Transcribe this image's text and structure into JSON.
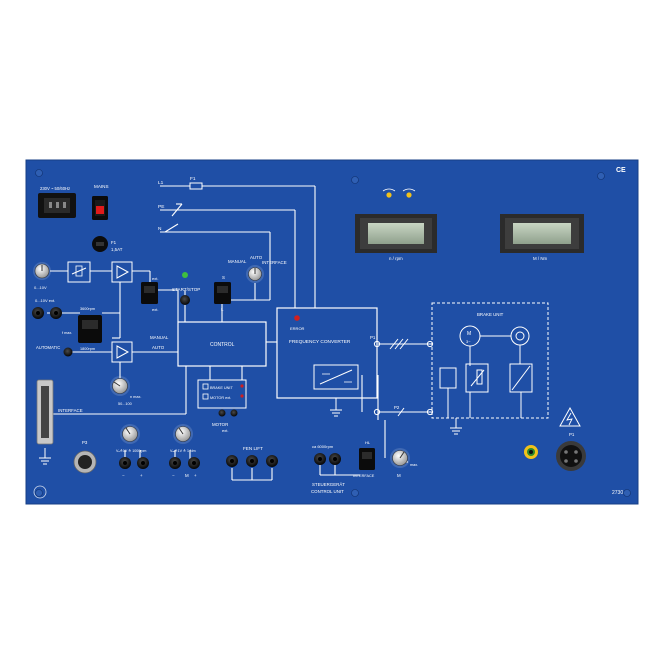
{
  "colors": {
    "panel": "#1f4fa6",
    "line": "#ffffff",
    "led_green": "#3fbf3f",
    "led_red": "#d02020",
    "led_yellow": "#f1c21b"
  },
  "labels": {
    "power_rating": "230V ~ 50/60Hz",
    "mains": "MAINS",
    "l1": "L1",
    "f1_top": "F1",
    "pe": "PE",
    "n": "N",
    "fuse_f1": "F1",
    "fuse_rating": "1,5AT",
    "ce": "CE",
    "voltage_range": "0...10V",
    "ext_10v": "0...10V ext.",
    "ext1": "ext.",
    "start_stop": "START/STOP",
    "s": "S",
    "l": "L",
    "manual_top": "MANUAL",
    "auto_top": "AUTO",
    "interface_top": "INTERFACE",
    "rpm_3600": "3600rpm",
    "rpm_1800": "1800rpm",
    "fmax": "f max.",
    "automatic": "AUTOMATIC",
    "manual": "MANUAL",
    "auto": "AUTO",
    "control": "CONTROL",
    "error": "ERROR",
    "freq_converter": "FREQUENCY CONVERTER",
    "interface_left": "INTERFACE",
    "brake_unit_legend": "BRAKE UNIT",
    "motor_ext_legend": "MOTOR ext.",
    "motor_ext": "MOTOR",
    "ext2": "ext.",
    "nmax": "n max.",
    "nmax_range": "50...100",
    "p1": "P1",
    "p2": "P2",
    "p3": "P3",
    "p1_right": "P1",
    "brake_unit": "BRAKE UNIT",
    "motor_m": "M",
    "motor_3": "3~",
    "n_rpm": "n / rpm",
    "m_nm": "M / Nm",
    "speed_volt": "Vₙ≙1V ≙ 1000rpm",
    "torque_volt": "Vₘ≙1V ≙ 1 Nm",
    "fern_lift": "FEN LIFT",
    "ca_rpm": "ca 6000rpm",
    "steuergeraet": "STEUERGERÄT",
    "control_unit": "CONTROL UNIT",
    "interface_bottom": "INTERFACE",
    "m_label": "M",
    "hl": "HL",
    "max": "max.",
    "model": "2730",
    "plus": "+",
    "minus": "−"
  },
  "displays": [
    {
      "label_key": "n_rpm",
      "value": ""
    },
    {
      "label_key": "m_nm",
      "value": ""
    }
  ]
}
